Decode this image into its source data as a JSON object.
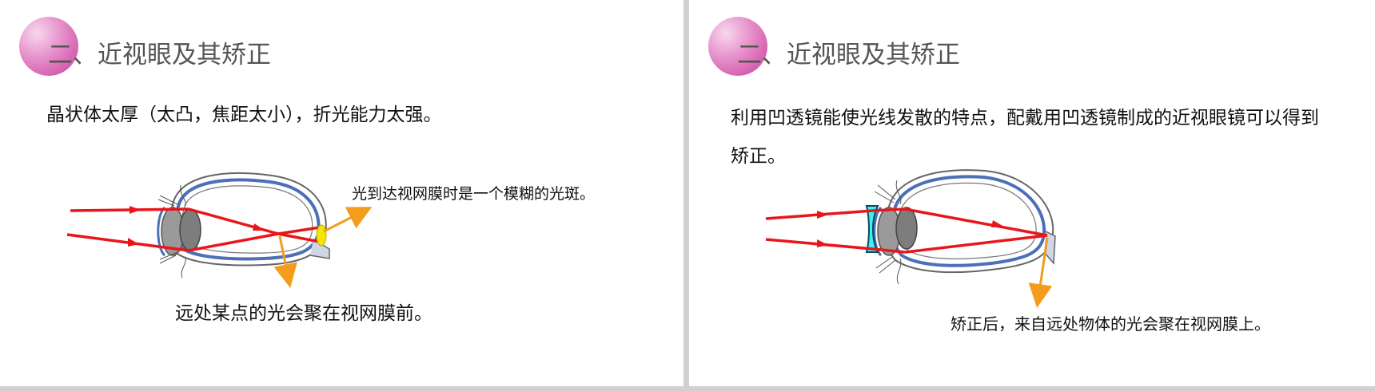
{
  "slides": [
    {
      "title": "二、近视眼及其矫正",
      "body": "晶状体太厚（太凸，焦距太小），折光能力太强。",
      "annotation": "光到达视网膜时是一个模糊的光斑。",
      "caption": "远处某点的光会聚在视网膜前。"
    },
    {
      "title": "二、近视眼及其矫正",
      "body": "利用凹透镜能使光线发散的特点，配戴用凹透镜制成的近视眼镜可以得到矫正。",
      "caption": "矫正后，来自远处物体的光会聚在视网膜上。"
    }
  ],
  "colors": {
    "title_circle": "#d84fae",
    "ray": "#e8161b",
    "arrow": "#f49c1b",
    "spot": "#f3e600",
    "lens": "#3ff0f3",
    "retina": "#4d6fb8"
  }
}
